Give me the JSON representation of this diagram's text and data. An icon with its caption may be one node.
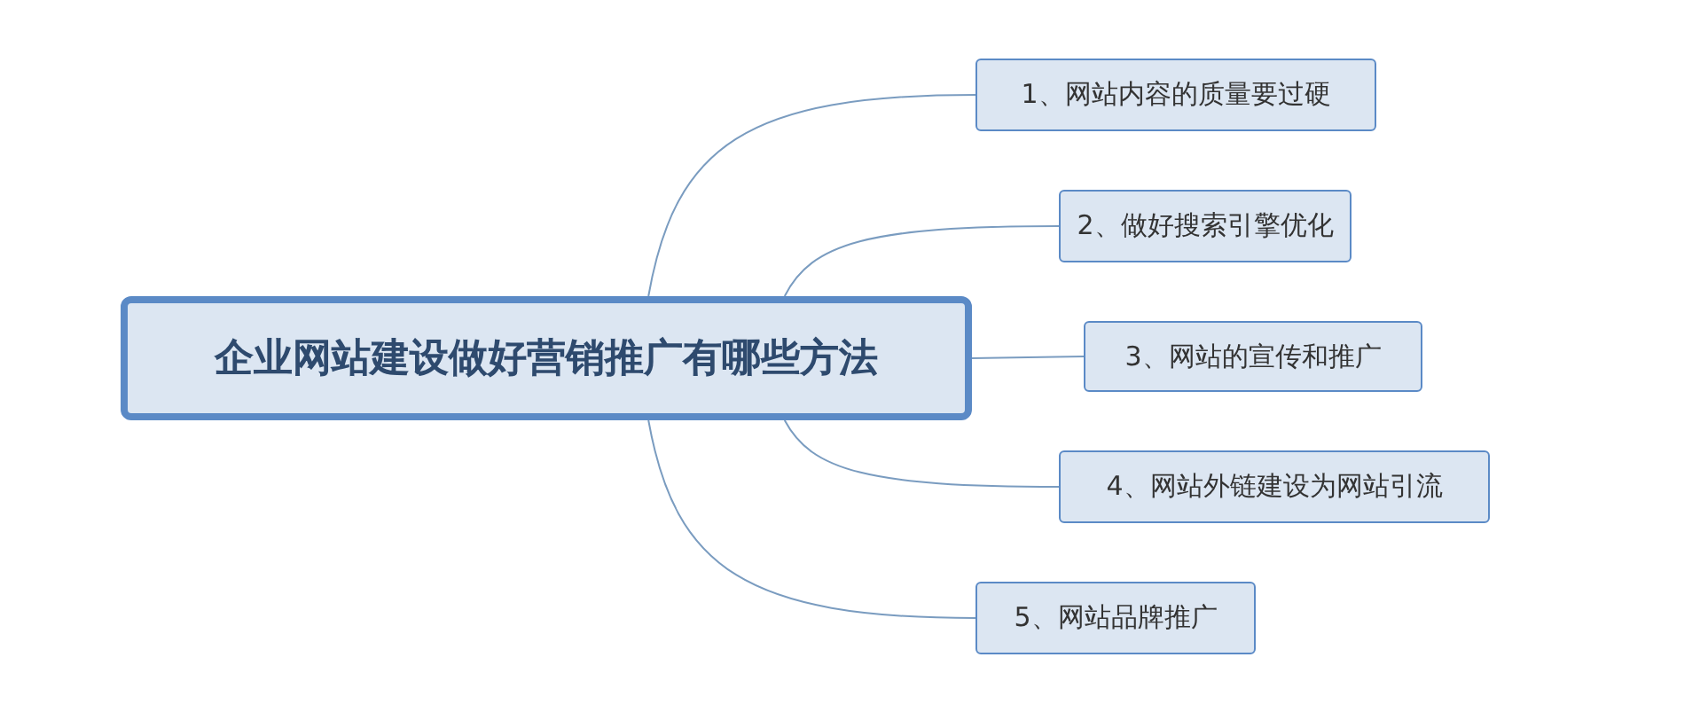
{
  "diagram": {
    "nodes": [
      {
        "text": [
          "企业网站建设做好营销推广有哪些方法"
        ]
      },
      {
        "text": [
          "1、网站内容的质量要过硬"
        ]
      },
      {
        "text": [
          "2、做好搜索引擎优化"
        ]
      },
      {
        "text": [
          "3、网站的宣传和推广"
        ]
      },
      {
        "text": [
          "4、网站外链建设为网站引流"
        ]
      },
      {
        "text": [
          "5、网站品牌推广"
        ]
      }
    ],
    "edges": [
      {
        "from": 0,
        "to": 1,
        "arrow": "none"
      },
      {
        "from": 0,
        "to": 2,
        "arrow": "none"
      },
      {
        "from": 0,
        "to": 3,
        "arrow": "none"
      },
      {
        "from": 0,
        "to": 4,
        "arrow": "none"
      },
      {
        "from": 0,
        "to": 5,
        "arrow": "none"
      }
    ]
  }
}
